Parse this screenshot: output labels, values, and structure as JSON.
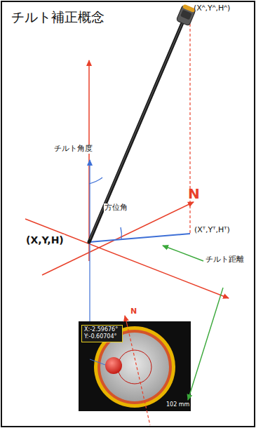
{
  "diagram": {
    "title": "チルト補正概念",
    "nodes": [
      {
        "text": [
          "X:-2.59676°",
          "Y:-0.60704°"
        ]
      }
    ],
    "labels": [
      "(Xᴬ,Yᴬ,Hᴬ)",
      "N",
      "チルト角度",
      "方位角",
      "(X,Y,H)",
      "(Xᵀ,Yᵀ,Hᵀ)",
      "チルト距離",
      "N",
      "102 mm"
    ]
  }
}
